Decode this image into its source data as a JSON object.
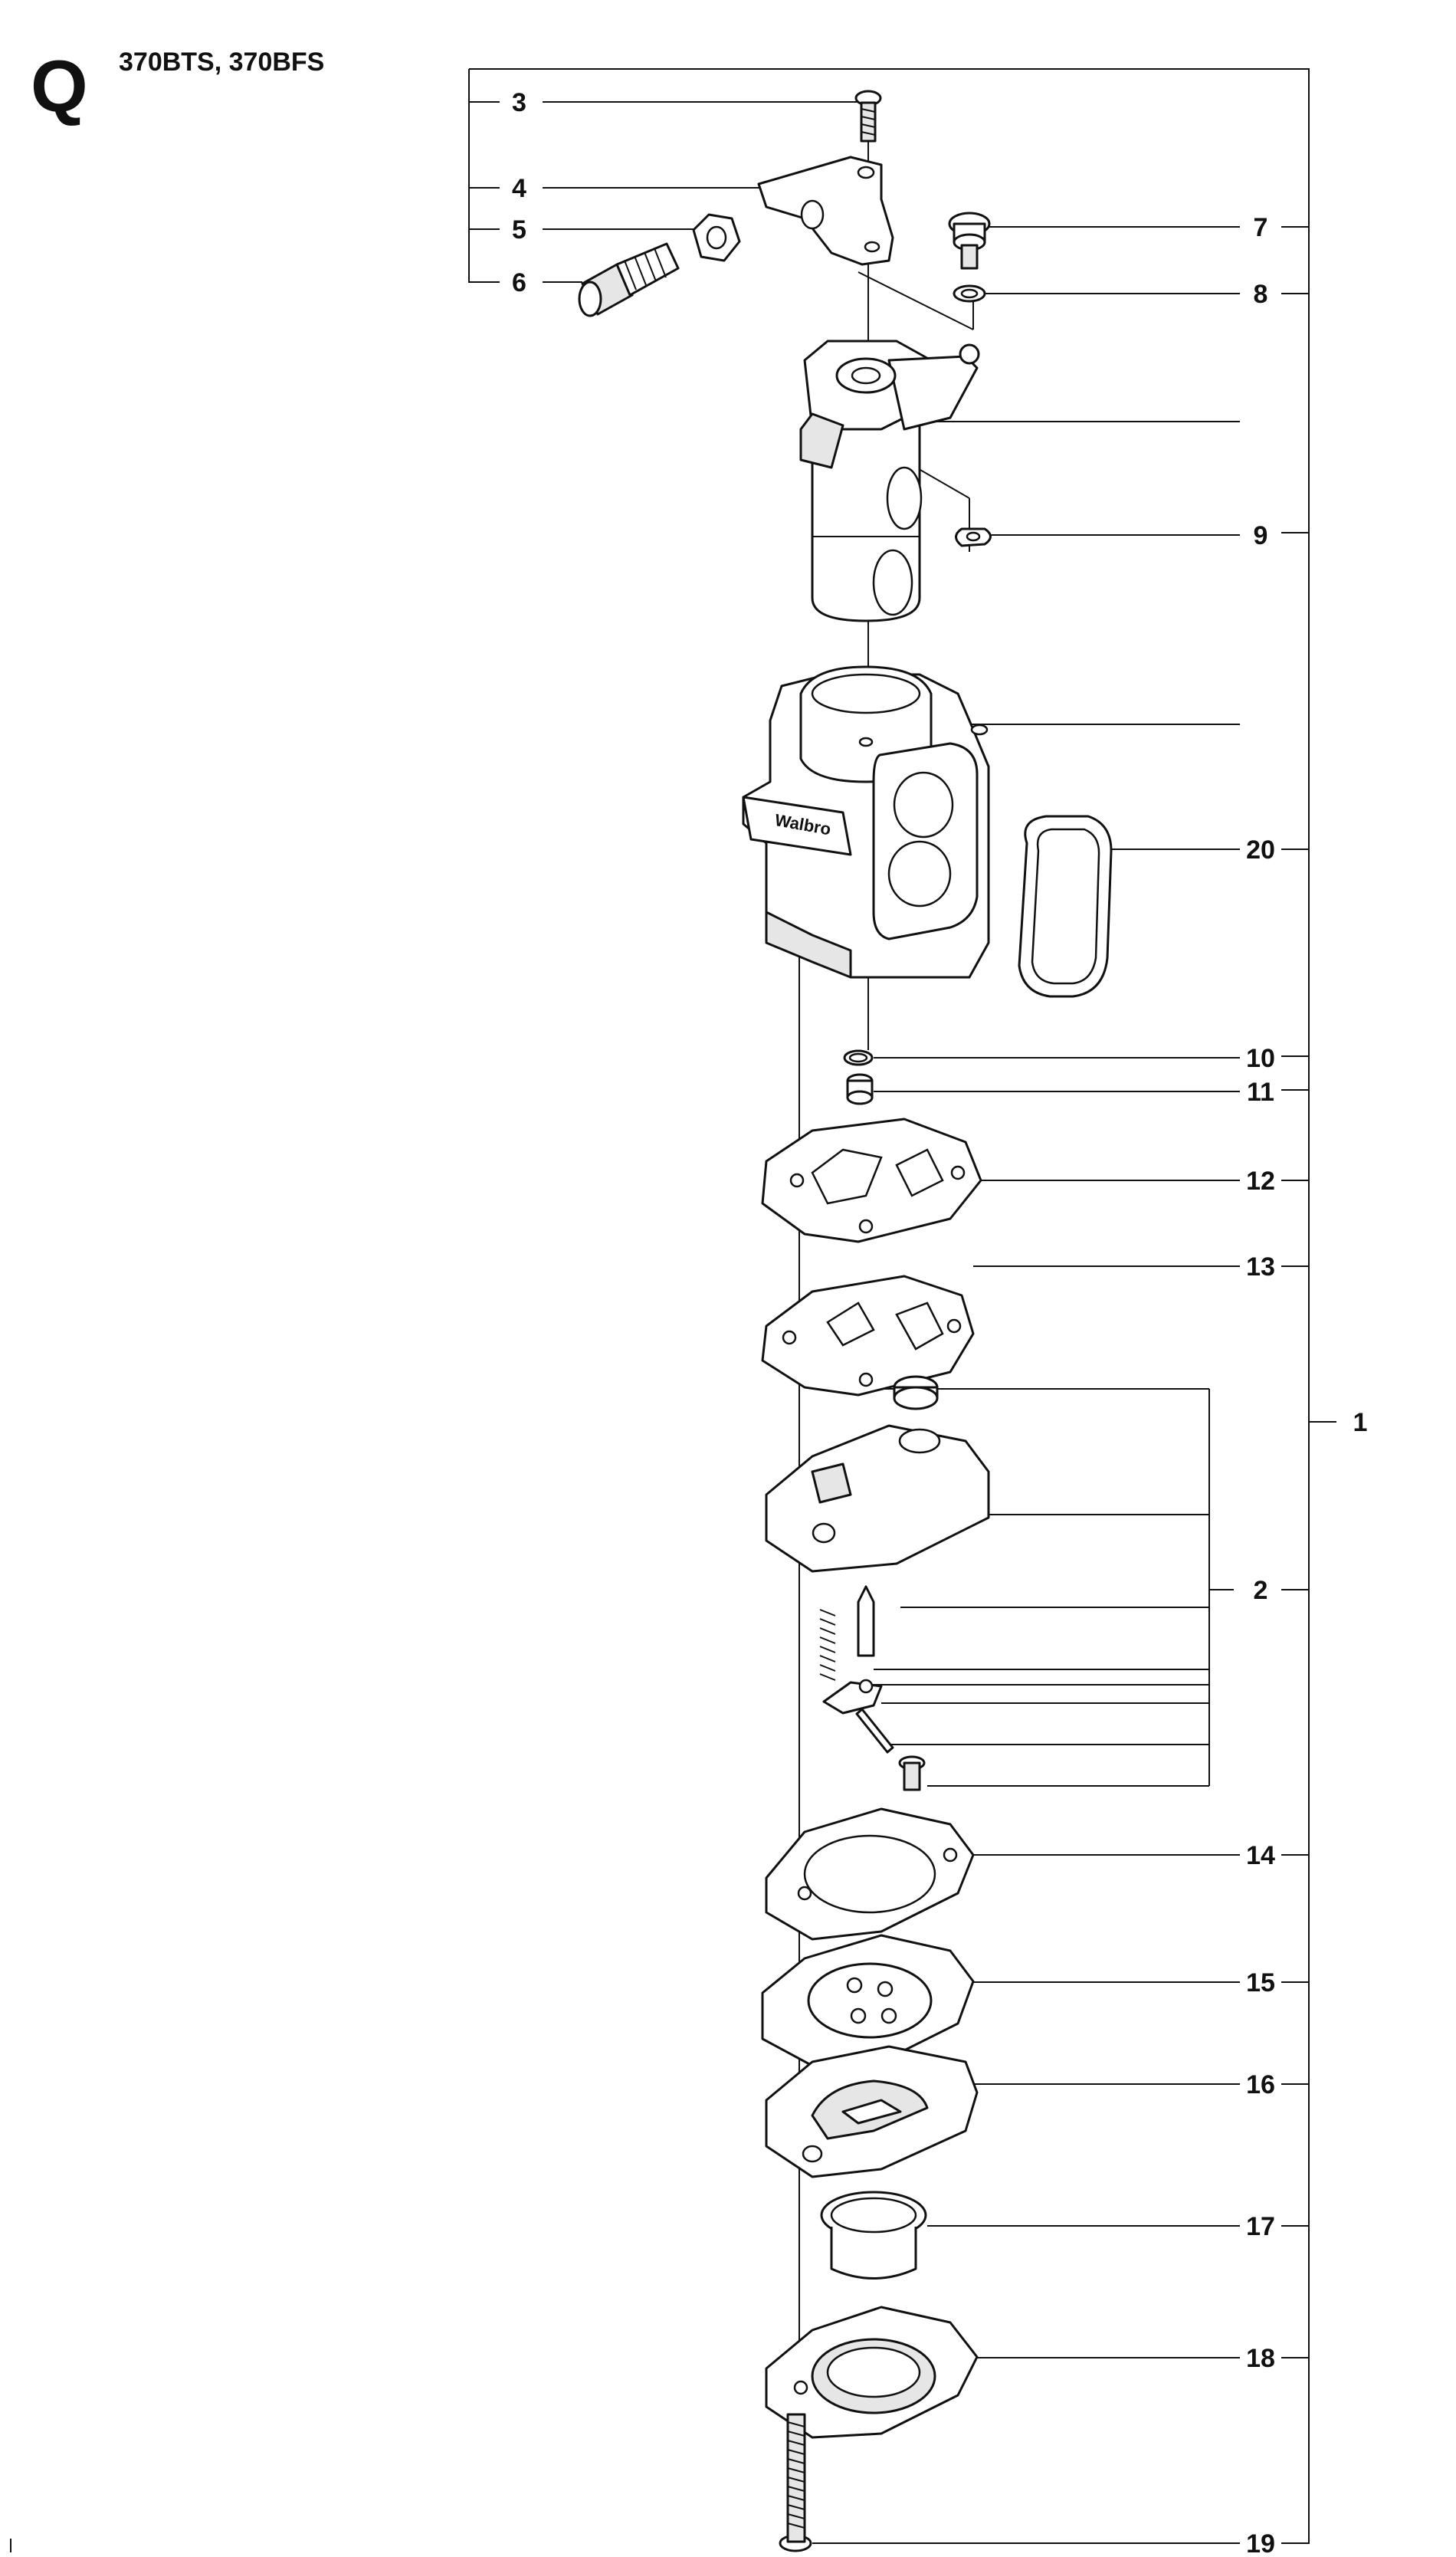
{
  "header": {
    "section_letter": "Q",
    "models": "370BTS, 370BFS"
  },
  "callouts": [
    {
      "num": "3",
      "side": "left"
    },
    {
      "num": "4",
      "side": "left"
    },
    {
      "num": "5",
      "side": "left"
    },
    {
      "num": "6",
      "side": "left"
    },
    {
      "num": "7",
      "side": "right"
    },
    {
      "num": "8",
      "side": "right"
    },
    {
      "num": "9",
      "side": "right"
    },
    {
      "num": "20",
      "side": "right"
    },
    {
      "num": "10",
      "side": "right"
    },
    {
      "num": "11",
      "side": "right"
    },
    {
      "num": "12",
      "side": "right"
    },
    {
      "num": "13",
      "side": "right"
    },
    {
      "num": "1",
      "side": "right"
    },
    {
      "num": "2",
      "side": "right"
    },
    {
      "num": "14",
      "side": "right"
    },
    {
      "num": "15",
      "side": "right"
    },
    {
      "num": "16",
      "side": "right"
    },
    {
      "num": "17",
      "side": "right"
    },
    {
      "num": "18",
      "side": "right"
    },
    {
      "num": "19",
      "side": "right"
    }
  ],
  "brand_mark": "Walbro"
}
